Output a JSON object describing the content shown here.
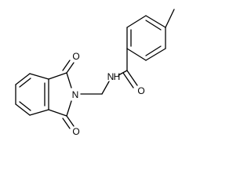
{
  "molecule": {
    "atoms": {
      "nitrogen_amide": "N",
      "hydrogen_amide": "H",
      "nitrogen_imide": "N",
      "oxygen_amide": "O",
      "oxygen_imide_top": "O",
      "oxygen_imide_bottom": "O"
    }
  }
}
